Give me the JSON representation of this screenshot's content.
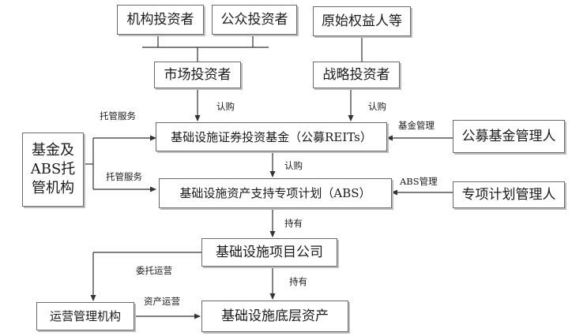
{
  "nodes": {
    "institutional_investors": "机构投资者",
    "public_investors": "公众投资者",
    "original_equity_holders": "原始权益人等",
    "market_investors": "市场投资者",
    "strategic_investors": "战略投资者",
    "custodian_line1": "基金及",
    "custodian_line2": "ABS托",
    "custodian_line3": "管机构",
    "reits_fund": "基础设施证券投资基金（公募REITs）",
    "public_fund_manager": "公募基金管理人",
    "abs_plan": "基础设施资产支持专项计划（ABS）",
    "special_plan_manager": "专项计划管理人",
    "project_company": "基础设施项目公司",
    "operator": "运营管理机构",
    "underlying_assets": "基础设施底层资产"
  },
  "edges": {
    "subscribe_market": "认购",
    "subscribe_strategic": "认购",
    "custody_service_fund": "托管服务",
    "custody_service_abs": "托管服务",
    "fund_management": "基金管理",
    "subscribe_abs": "认购",
    "abs_management": "ABS管理",
    "hold_company": "持有",
    "entrusted_operation": "委托运营",
    "hold_assets": "持有",
    "asset_operation": "资产运营"
  }
}
